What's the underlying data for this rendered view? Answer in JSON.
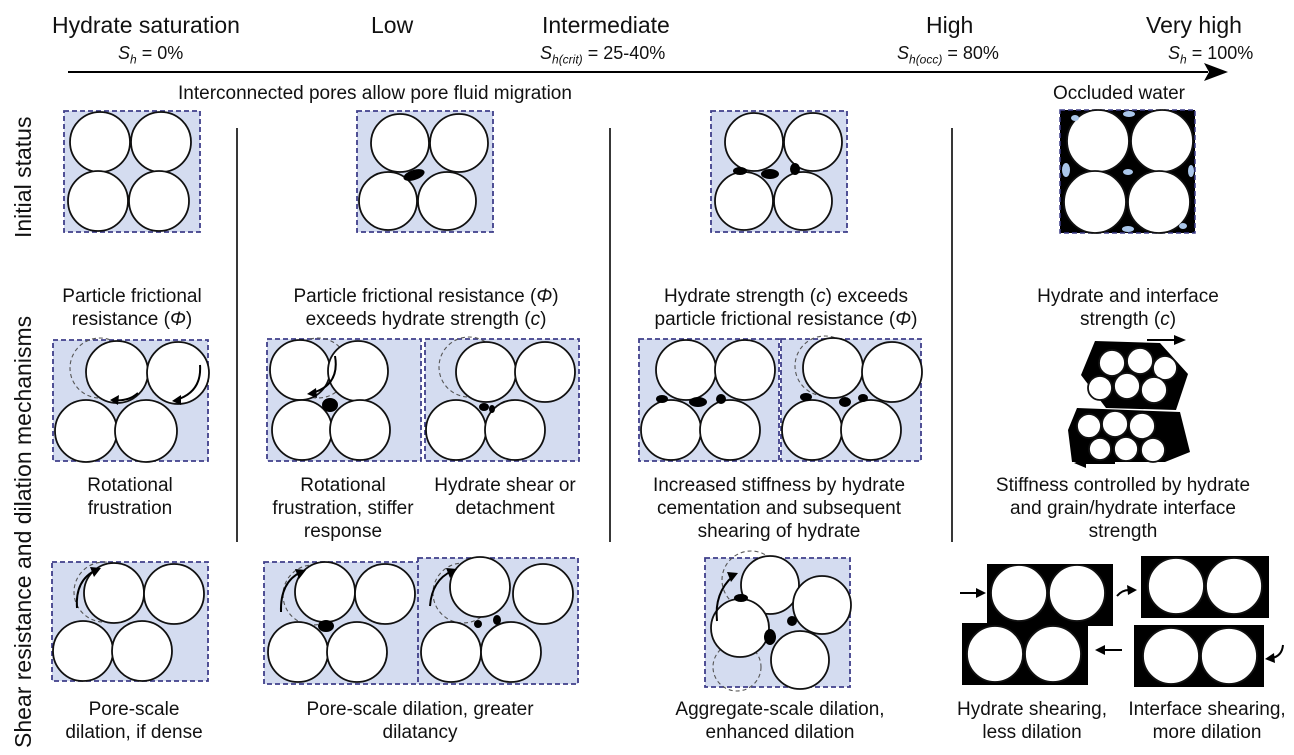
{
  "axis": {
    "title": "Hydrate saturation",
    "levels": {
      "low": "Low",
      "intermediate": "Intermediate",
      "high": "High",
      "very_high": "Very high"
    },
    "values": {
      "zero": {
        "sym": "S",
        "sub": "h",
        "val": " = 0%"
      },
      "crit": {
        "sym": "S",
        "sub": "h(crit)",
        "val": " = 25-40%"
      },
      "occ": {
        "sym": "S",
        "sub": "h(occ)",
        "val": " = 80%"
      },
      "full": {
        "sym": "S",
        "sub": "h",
        "val": " = 100%"
      }
    }
  },
  "row_titles": {
    "initial": "Initial status",
    "mechanisms": "Shear resistance and dilation mechanisms"
  },
  "notes": {
    "interconnected": "Interconnected pores allow pore fluid migration",
    "occluded": "Occluded water"
  },
  "mechanism": {
    "col1": {
      "l1": "Particle frictional",
      "l2a": "resistance (",
      "sym": "Φ",
      "l2b": ")"
    },
    "col2": {
      "l1a": "Particle frictional resistance (",
      "sym1": "Φ",
      "l1b": ")",
      "l2a": "exceeds hydrate strength (",
      "sym2": "c",
      "l2b": ")"
    },
    "col3": {
      "l1a": "Hydrate strength (",
      "sym1": "c",
      "l1b": ") exceeds",
      "l2a": "particle frictional resistance (",
      "sym2": "Φ",
      "l2b": ")"
    },
    "col4": {
      "l1": "Hydrate and interface",
      "l2a": "strength (",
      "sym": "c",
      "l2b": ")"
    }
  },
  "stiffness": {
    "col1": [
      "Rotational",
      "frustration"
    ],
    "col2a": [
      "Rotational",
      "frustration, stiffer",
      "response"
    ],
    "col2b": [
      "Hydrate shear or",
      "detachment"
    ],
    "col3": [
      "Increased stiffness by hydrate",
      "cementation and subsequent",
      "shearing of hydrate"
    ],
    "col4": [
      "Stiffness controlled by hydrate",
      "and grain/hydrate interface",
      "strength"
    ]
  },
  "dilation": {
    "col1": [
      "Pore-scale",
      "dilation, if dense"
    ],
    "col2": [
      "Pore-scale dilation, greater",
      "dilatancy"
    ],
    "col3": [
      "Aggregate-scale dilation,",
      "enhanced dilation"
    ],
    "col4a": [
      "Hydrate shearing,",
      "less dilation"
    ],
    "col4b": [
      "Interface shearing,",
      "more dilation"
    ]
  }
}
